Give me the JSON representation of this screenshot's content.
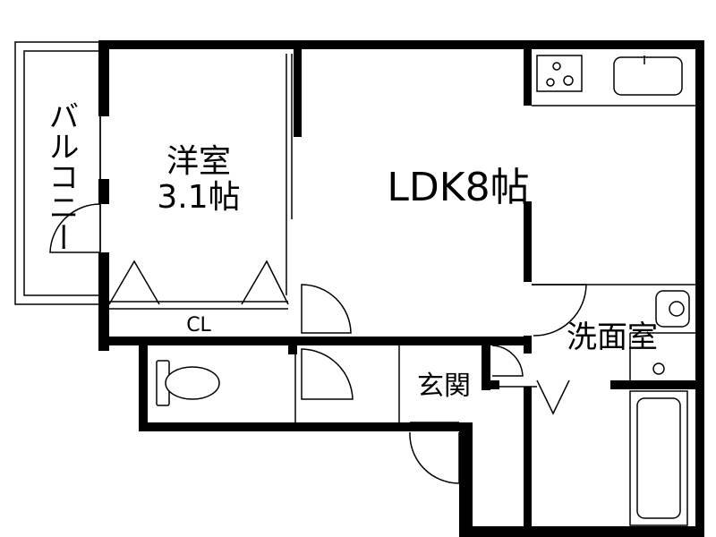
{
  "plan": {
    "balcony": "バルコニー",
    "western_room": {
      "name": "洋室",
      "size": "3.1帖"
    },
    "ldk": "LDK8帖",
    "closet": "CL",
    "entrance": "玄関",
    "washroom": "洗面室"
  },
  "colors": {
    "wall": "#000000",
    "background": "#ffffff"
  }
}
